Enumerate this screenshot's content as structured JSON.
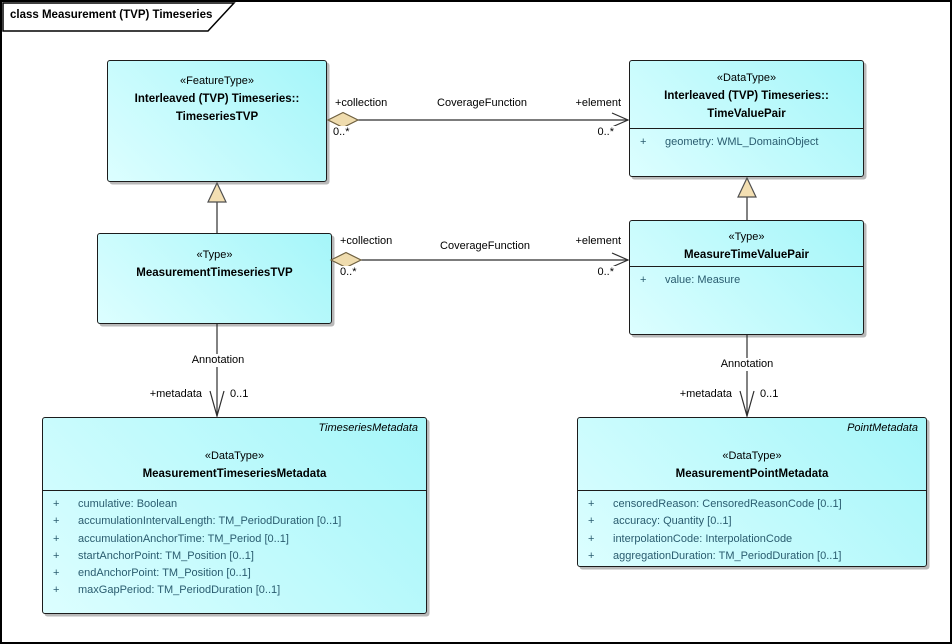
{
  "frame": {
    "title": "class Measurement (TVP) Timeseries"
  },
  "classes": {
    "timeseriesTVP": {
      "stereotype": "«FeatureType»",
      "name_line1": "Interleaved (TVP) Timeseries::",
      "name_line2": "TimeseriesTVP"
    },
    "timeValuePair": {
      "stereotype": "«DataType»",
      "name_line1": "Interleaved (TVP) Timeseries::",
      "name_line2": "TimeValuePair",
      "attributes": [
        {
          "vis": "+",
          "text": "geometry: WML_DomainObject"
        }
      ]
    },
    "measurementTimeseriesTVP": {
      "stereotype": "«Type»",
      "name": "MeasurementTimeseriesTVP"
    },
    "measureTimeValuePair": {
      "stereotype": "«Type»",
      "name": "MeasureTimeValuePair",
      "attributes": [
        {
          "vis": "+",
          "text": "value: Measure"
        }
      ]
    },
    "measurementTimeseriesMetadata": {
      "corner_label": "TimeseriesMetadata",
      "stereotype": "«DataType»",
      "name": "MeasurementTimeseriesMetadata",
      "attributes": [
        {
          "vis": "+",
          "text": "cumulative: Boolean"
        },
        {
          "vis": "+",
          "text": "accumulationIntervalLength: TM_PeriodDuration [0..1]"
        },
        {
          "vis": "+",
          "text": "accumulationAnchorTime: TM_Period [0..1]"
        },
        {
          "vis": "+",
          "text": "startAnchorPoint: TM_Position [0..1]"
        },
        {
          "vis": "+",
          "text": "endAnchorPoint: TM_Position [0..1]"
        },
        {
          "vis": "+",
          "text": "maxGapPeriod: TM_PeriodDuration [0..1]"
        }
      ]
    },
    "measurementPointMetadata": {
      "corner_label": "PointMetadata",
      "stereotype": "«DataType»",
      "name": "MeasurementPointMetadata",
      "attributes": [
        {
          "vis": "+",
          "text": "censoredReason: CensoredReasonCode [0..1]"
        },
        {
          "vis": "+",
          "text": "accuracy: Quantity [0..1]"
        },
        {
          "vis": "+",
          "text": "interpolationCode: InterpolationCode"
        },
        {
          "vis": "+",
          "text": "aggregationDuration: TM_PeriodDuration [0..1]"
        }
      ]
    }
  },
  "connectors": {
    "coverage_top": {
      "source_role": "+collection",
      "name": "CoverageFunction",
      "target_role": "+element",
      "source_card": "0..*",
      "target_card": "0..*"
    },
    "coverage_mid": {
      "source_role": "+collection",
      "name": "CoverageFunction",
      "target_role": "+element",
      "source_card": "0..*",
      "target_card": "0..*"
    },
    "annotation_left": {
      "name": "Annotation",
      "target_role": "+metadata",
      "target_card": "0..1"
    },
    "annotation_right": {
      "name": "Annotation",
      "target_role": "+metadata",
      "target_card": "0..1"
    }
  },
  "colors": {
    "box_fill_light": "#dcfeff",
    "box_fill_dark": "#a5f6f9",
    "attribute_text": "#2a5c6f",
    "diamond_fill": "#efdcae",
    "triangle_fill": "#f3dfb2",
    "shadow": "#b9b9b9"
  }
}
